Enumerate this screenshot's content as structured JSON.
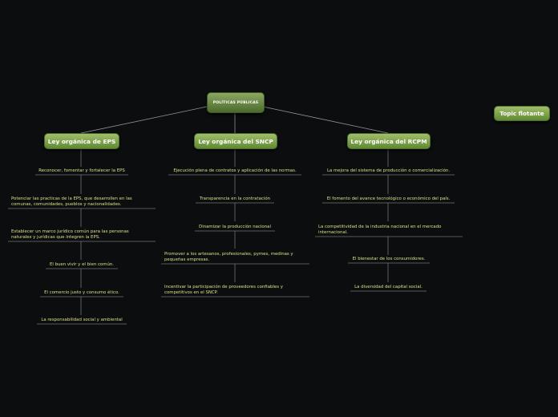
{
  "root": "POLÍTICAS PÚBLICAS",
  "floating": "Topic flotante",
  "branches": [
    {
      "label": "Ley orgánica de EPS",
      "items": [
        "Reconocer, fomentar y fortalecer la EPS",
        "Potenciar las practicas de la EPS, que desarrollen en las comunas, comunidades, pueblos y nacionalidades.",
        "Establecer un marco jurídico común para las personas naturales y jurídicas que integren la EPS.",
        "El buen vivir y el bien común.",
        "El comercio justo y consumo ético.",
        "La responsabilidad social y ambiental"
      ]
    },
    {
      "label": "Ley orgánica del SNCP",
      "items": [
        "Ejecución plena de contratos y aplicación de las normas.",
        "Transparencia en la contratación",
        "Dinamizar la producción nacional",
        "Promover a los artesanos, profesionales, pymes, medinas y pequeñas empresas.",
        "Incentivar la participación de proveedores confiables y competitivos en el SNCP."
      ]
    },
    {
      "label": "Ley orgánica del RCPM",
      "items": [
        "La mejora del sistema de producción o comercialización.",
        "El fomento del avance tecnológico o económico del país.",
        "La competitividad de la industria nacional en el mercado internacional.",
        "El bienestar de los consumidores.",
        "La diversidad del capital social."
      ]
    }
  ]
}
